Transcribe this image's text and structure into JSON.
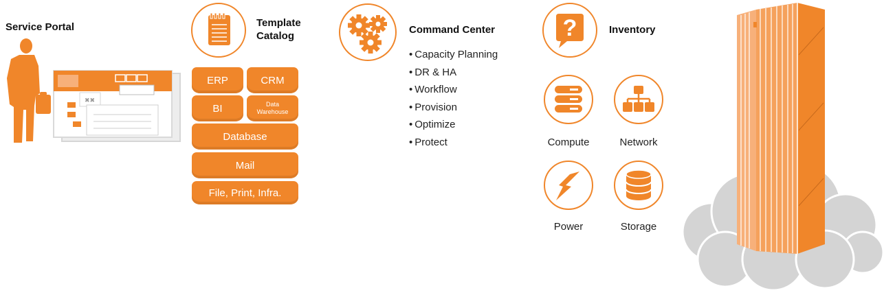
{
  "service_portal": {
    "heading": "Service Portal"
  },
  "template_catalog": {
    "heading_line1": "Template",
    "heading_line2": "Catalog",
    "items": {
      "erp": "ERP",
      "crm": "CRM",
      "bi": "BI",
      "dw_line1": "Data",
      "dw_line2": "Warehouse",
      "database": "Database",
      "mail": "Mail",
      "file_print": "File, Print, Infra."
    }
  },
  "command_center": {
    "heading": "Command Center",
    "bullets": [
      "Capacity Planning",
      "DR & HA",
      "Workflow",
      "Provision",
      "Optimize",
      "Protect"
    ]
  },
  "inventory": {
    "heading": "Inventory",
    "items": {
      "compute": "Compute",
      "network": "Network",
      "power": "Power",
      "storage": "Storage"
    }
  },
  "colors": {
    "accent": "#f0862a",
    "light_accent": "#f7b07a",
    "cloud": "#d4d4d4",
    "white": "#ffffff"
  },
  "icons": [
    "businessman-icon",
    "web-page-icon",
    "notepad-icon",
    "gears-icon",
    "question-bubble-icon",
    "server-stack-icon",
    "network-hierarchy-icon",
    "lightning-icon",
    "database-icon",
    "server-rack-icon",
    "cloud-icon"
  ]
}
